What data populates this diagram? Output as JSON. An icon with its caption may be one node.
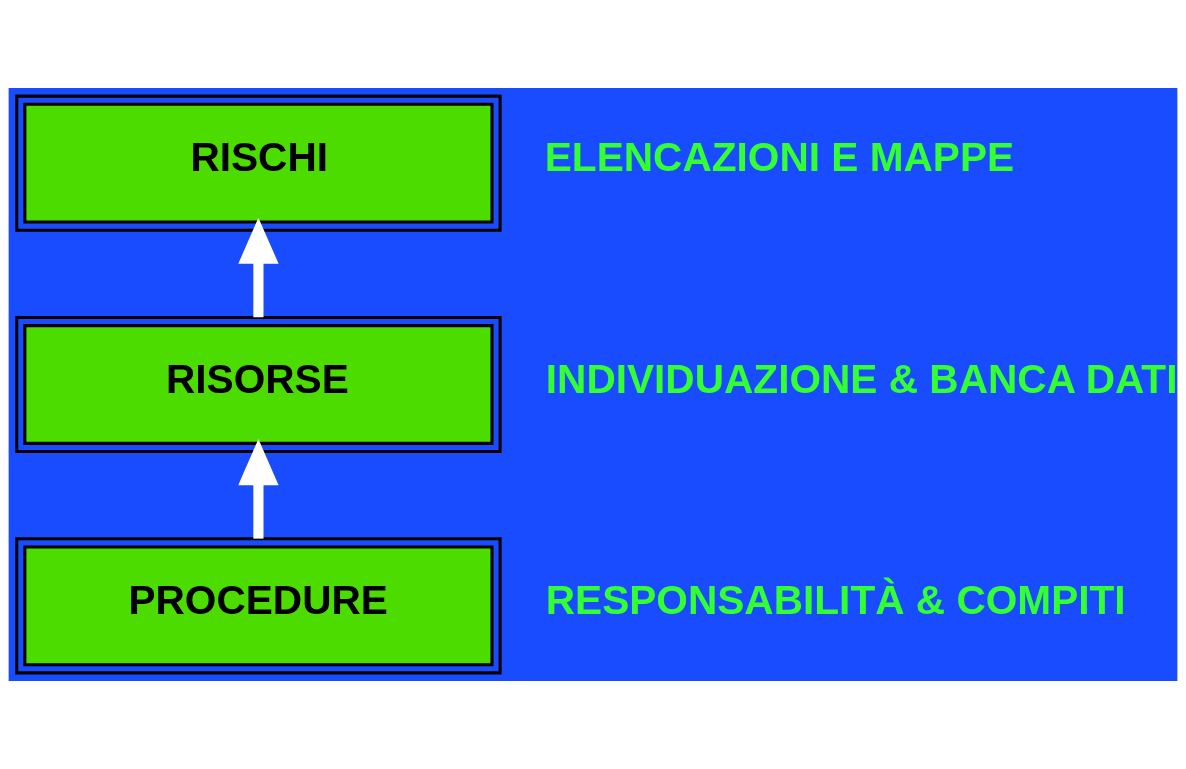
{
  "diagram": {
    "nodes": [
      {
        "text": [
          "RISCHI"
        ],
        "beside": [
          "ELENCAZIONI E MAPPE"
        ]
      },
      {
        "text": [
          "RISORSE"
        ],
        "beside": [
          "INDIVIDUAZIONE & BANCA DATI"
        ]
      },
      {
        "text": [
          "PROCEDURE"
        ],
        "beside": [
          "RESPONSABILITÀ & COMPITI"
        ]
      }
    ],
    "edges": [
      {
        "from": 2,
        "to": 1,
        "arrow": "to"
      },
      {
        "from": 1,
        "to": 0,
        "arrow": "to"
      }
    ]
  }
}
